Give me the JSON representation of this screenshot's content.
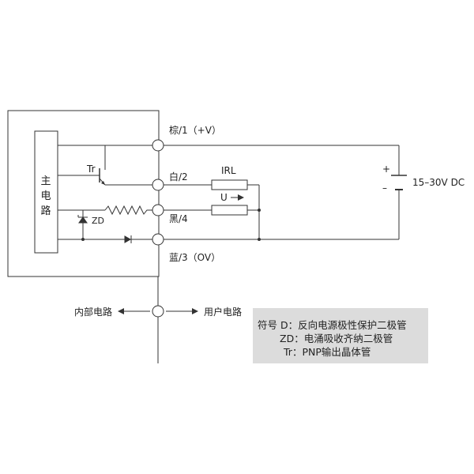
{
  "colors": {
    "line": "#333333",
    "legend_bg": "#dcdcdc",
    "text": "#222222"
  },
  "main_circuit_label": [
    "主",
    "电",
    "路"
  ],
  "terminals": {
    "t1": "棕/1（+V）",
    "t2": "白/2",
    "t4": "黑/4",
    "t3": "蓝/3（OV）"
  },
  "components": {
    "tr": "Tr",
    "zd": "ZD",
    "irl": "IRL",
    "u": "U"
  },
  "supply": {
    "plus": "+",
    "minus": "–",
    "voltage": "15–30V DC"
  },
  "boundary": {
    "inner": "内部电路",
    "user": "用户电路"
  },
  "legend": {
    "line1": "符号 D：反向电源极性保护二极管",
    "line2": "ZD：电涌吸收齐纳二极管",
    "line3": "Tr：PNP输出晶体管"
  }
}
